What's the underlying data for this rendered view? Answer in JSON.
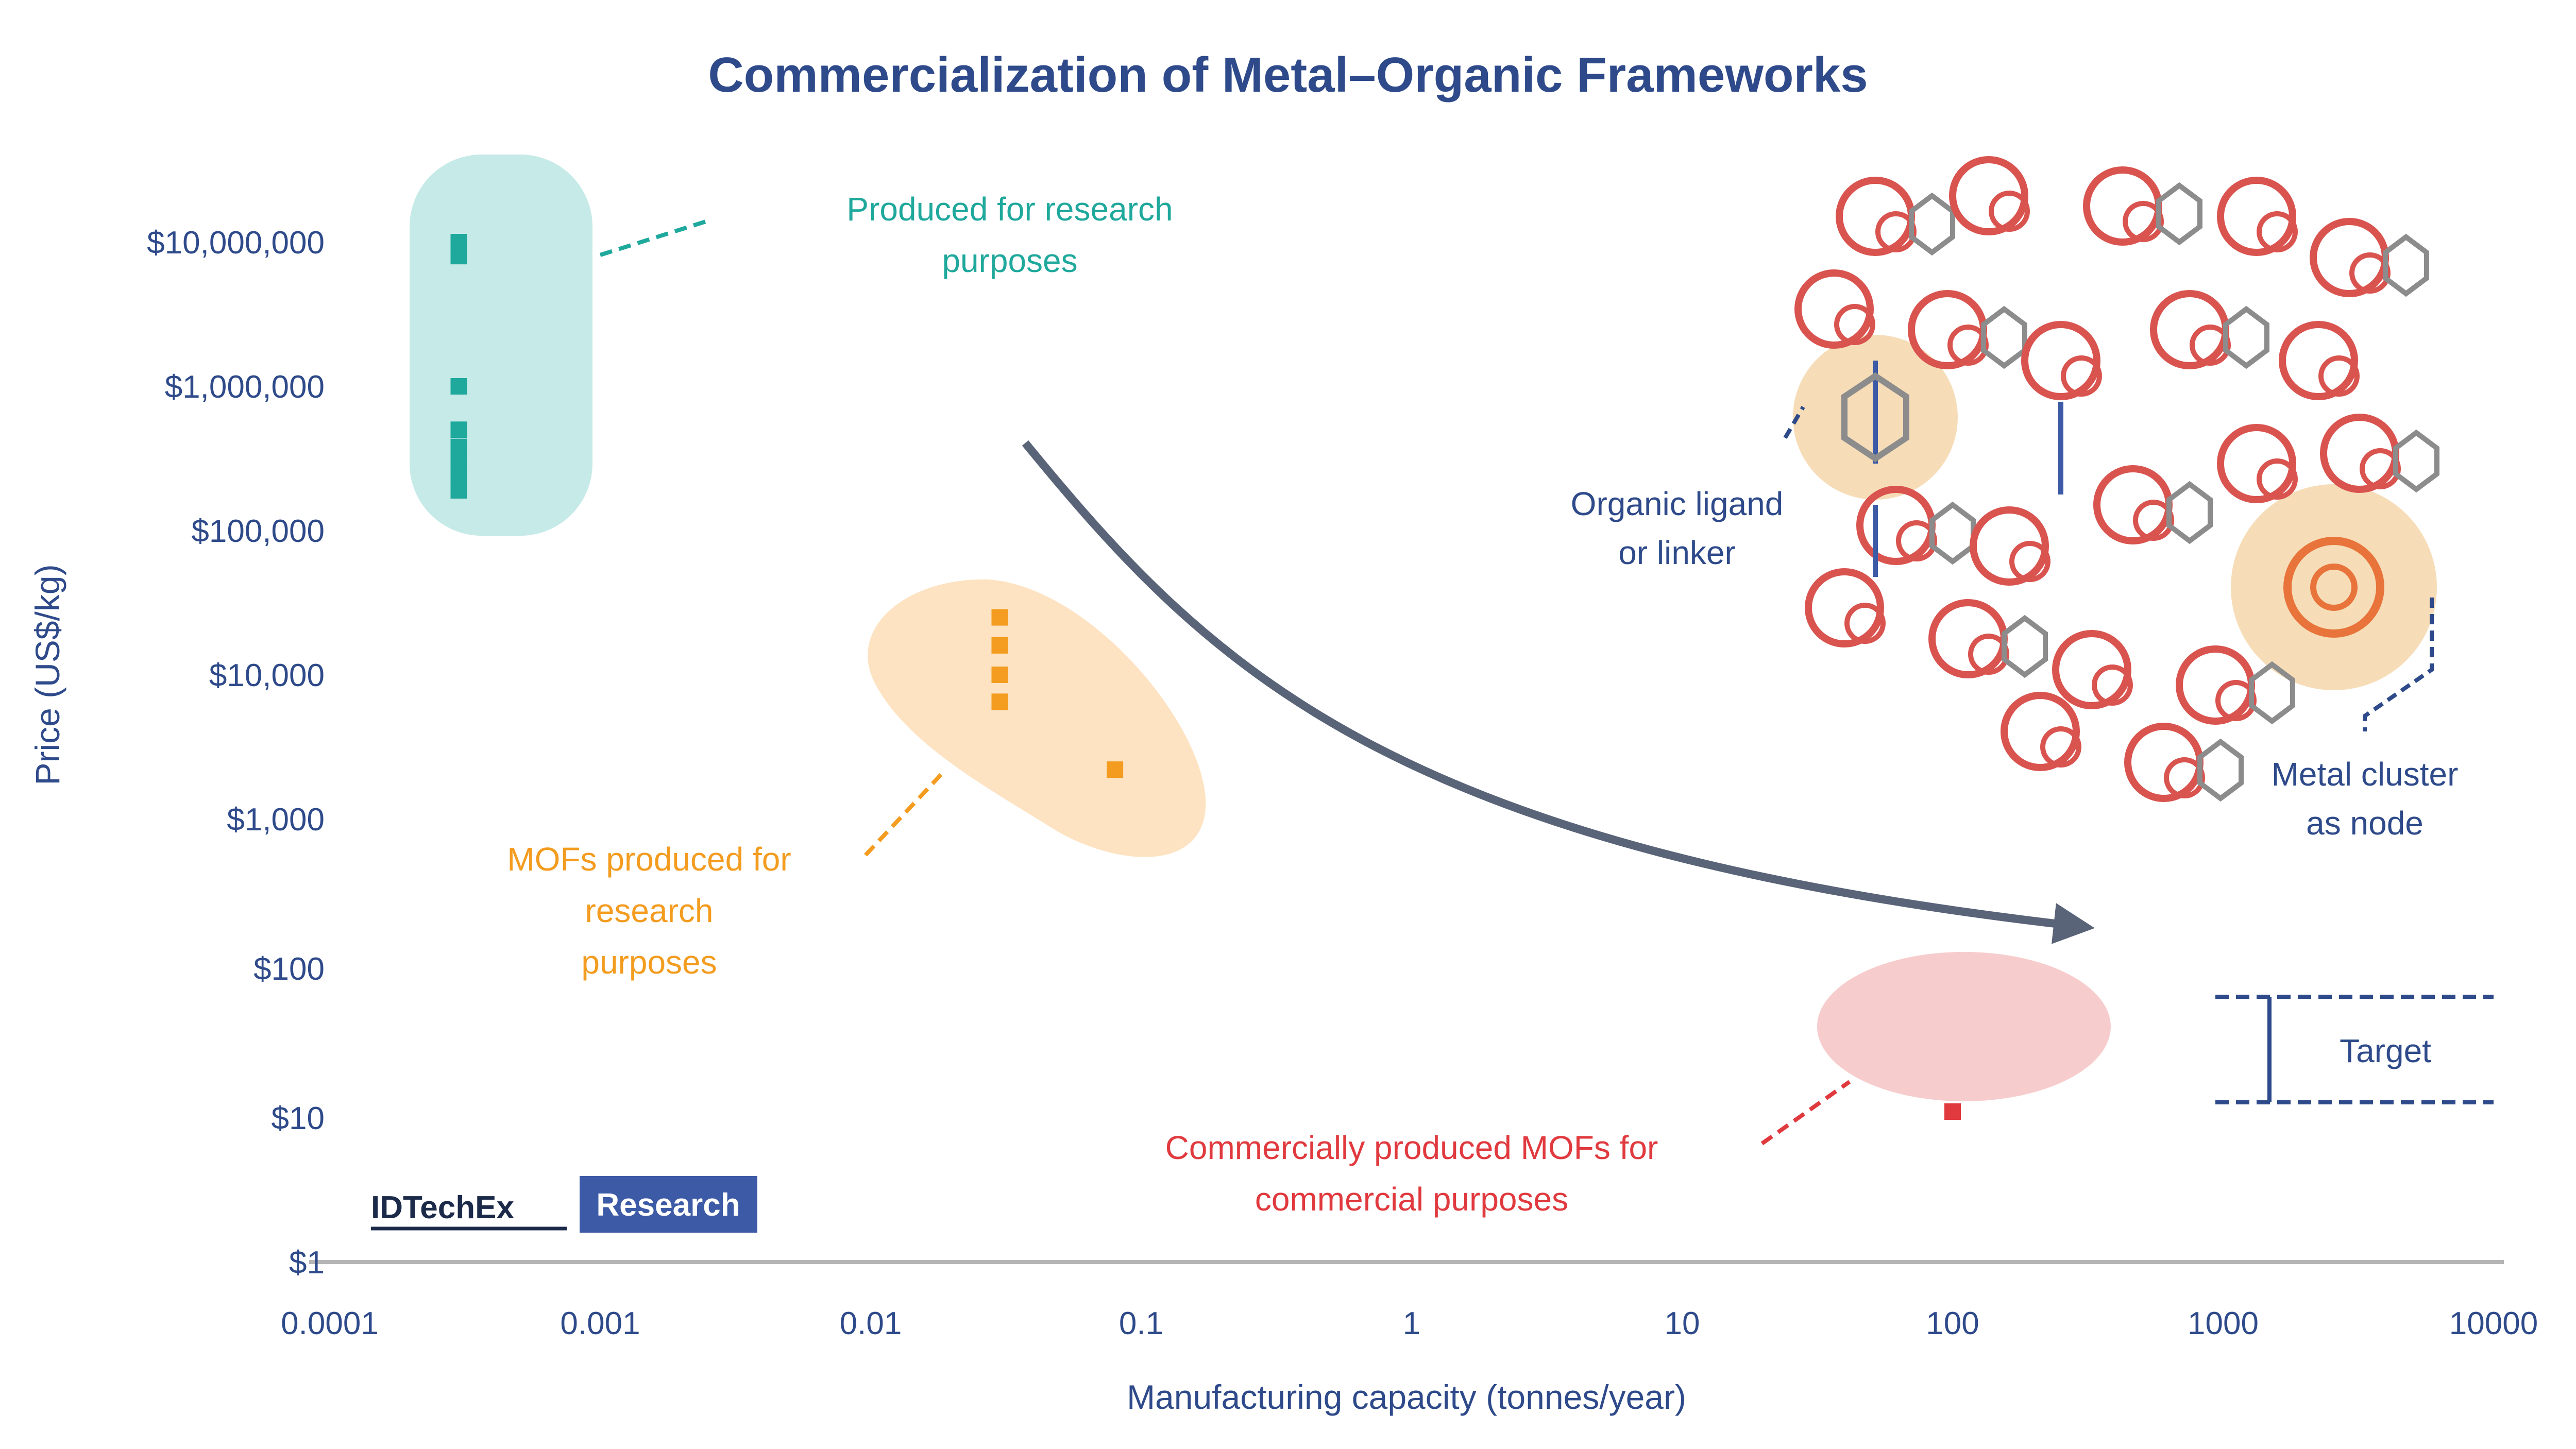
{
  "chart_data": {
    "type": "scatter",
    "title": "Commercialization of Metal–Organic Frameworks",
    "xlabel": "Manufacturing capacity (tonnes/year)",
    "ylabel": "Price (US$/kg)",
    "x_scale": "log",
    "y_scale": "log",
    "xlim": [
      0.0001,
      10000
    ],
    "ylim": [
      1,
      100000000
    ],
    "x_ticks": [
      "0.0001",
      "0.001",
      "0.01",
      "0.1",
      "1",
      "10",
      "100",
      "1000",
      "10000"
    ],
    "y_ticks": [
      "$1",
      "$10",
      "$100",
      "$1,000",
      "$10,000",
      "$100,000",
      "$1,000,000",
      "$10,000,000"
    ],
    "grid": false,
    "series": [
      {
        "color": "#1fa89c",
        "points": [
          {
            "x": 0.0003,
            "y": 15000000
          },
          {
            "x": 0.0003,
            "y": 8000000
          },
          {
            "x": 0.0003,
            "y": 1000000
          },
          {
            "x": 0.0003,
            "y": 500000
          },
          {
            "x": 0.0003,
            "y": 380000
          },
          {
            "x": 0.0003,
            "y": 300000
          },
          {
            "x": 0.0003,
            "y": 240000
          },
          {
            "x": 0.0003,
            "y": 190000
          }
        ]
      },
      {
        "color": "#f39c1f",
        "points": [
          {
            "x": 0.03,
            "y": 25000
          },
          {
            "x": 0.03,
            "y": 16000
          },
          {
            "x": 0.03,
            "y": 10000
          },
          {
            "x": 0.03,
            "y": 6500
          },
          {
            "x": 0.08,
            "y": 2200
          }
        ]
      },
      {
        "color": "#e0393e",
        "points": [
          {
            "x": 100,
            "y": 11
          }
        ]
      }
    ],
    "annotations": [
      {
        "text": "Produced for research purposes",
        "color": "#1fa89c"
      },
      {
        "text": "MOFs produced for research purposes",
        "color": "#f39c1f"
      },
      {
        "text": "Commercially produced MOFs for commercial purposes",
        "color": "#e0393e"
      },
      {
        "text": "Target",
        "color": "#2e4a8a"
      }
    ],
    "diagram_labels": [
      "Organic ligand or linker",
      "Metal cluster as node"
    ]
  },
  "ui": {
    "title": "Commercialization of Metal–Organic Frameworks",
    "xlabel": "Manufacturing capacity (tonnes/year)",
    "ylabel": "Price (US$/kg)",
    "teal_note_1": "Produced for research",
    "teal_note_2": "purposes",
    "orange_note_1": "MOFs produced for",
    "orange_note_2": "research",
    "orange_note_3": "purposes",
    "red_note_1": "Commercially produced MOFs for",
    "red_note_2": "commercial purposes",
    "target_label": "Target",
    "ligand_1": "Organic ligand",
    "ligand_2": "or linker",
    "metal_1": "Metal cluster",
    "metal_2": "as node",
    "brand_name": "IDTechEx",
    "brand_badge": "Research"
  },
  "colors": {
    "navy": "#2e4a8a",
    "teal": "#1fa89c",
    "orange": "#f39c1f",
    "red": "#e0393e",
    "arrow": "#5a6478"
  }
}
